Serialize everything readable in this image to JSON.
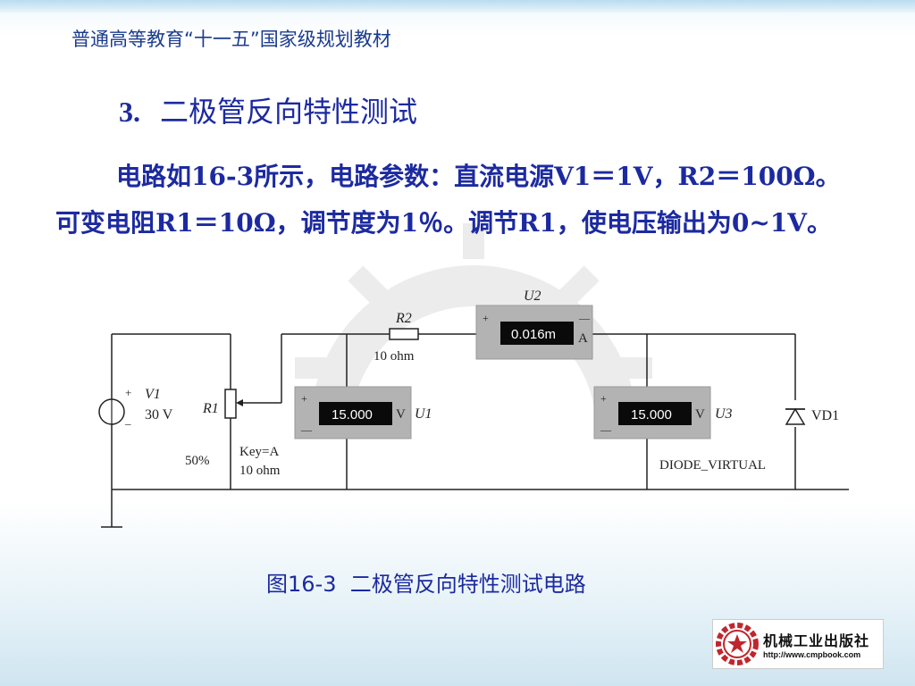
{
  "header": {
    "text": "普通高等教育“十一五”国家级规划教材"
  },
  "section": {
    "number": "3.",
    "title": "二极管反向特性测试"
  },
  "paragraph": "电路如16-3所示，电路参数：直流电源V1＝1V，R2＝100Ω。可变电阻R1＝10Ω，调节度为1％。调节R1，使电压输出为0~1V。",
  "circuit": {
    "v1": {
      "name": "V1",
      "value": "30  V",
      "plus": "+",
      "minus": "_"
    },
    "r1": {
      "name": "R1",
      "percent": "50%",
      "key": "Key=A",
      "value": "10   ohm"
    },
    "r2": {
      "name": "R2",
      "value": "10   ohm"
    },
    "u1": {
      "name": "U1",
      "reading": "15.000",
      "unit": "V",
      "plus": "+",
      "minus": "—"
    },
    "u2": {
      "name": "U2",
      "reading": "0.016m",
      "unit": "A",
      "plus": "+",
      "minus": "—"
    },
    "u3": {
      "name": "U3",
      "reading": "15.000",
      "unit": "V",
      "plus": "+",
      "minus": "—"
    },
    "vd1": {
      "name": "VD1",
      "model": "DIODE_VIRTUAL"
    }
  },
  "caption": "图16-3  二极管反向特性测试电路",
  "logo": {
    "name": "机械工业出版社",
    "url": "http://www.cmpbook.com"
  }
}
